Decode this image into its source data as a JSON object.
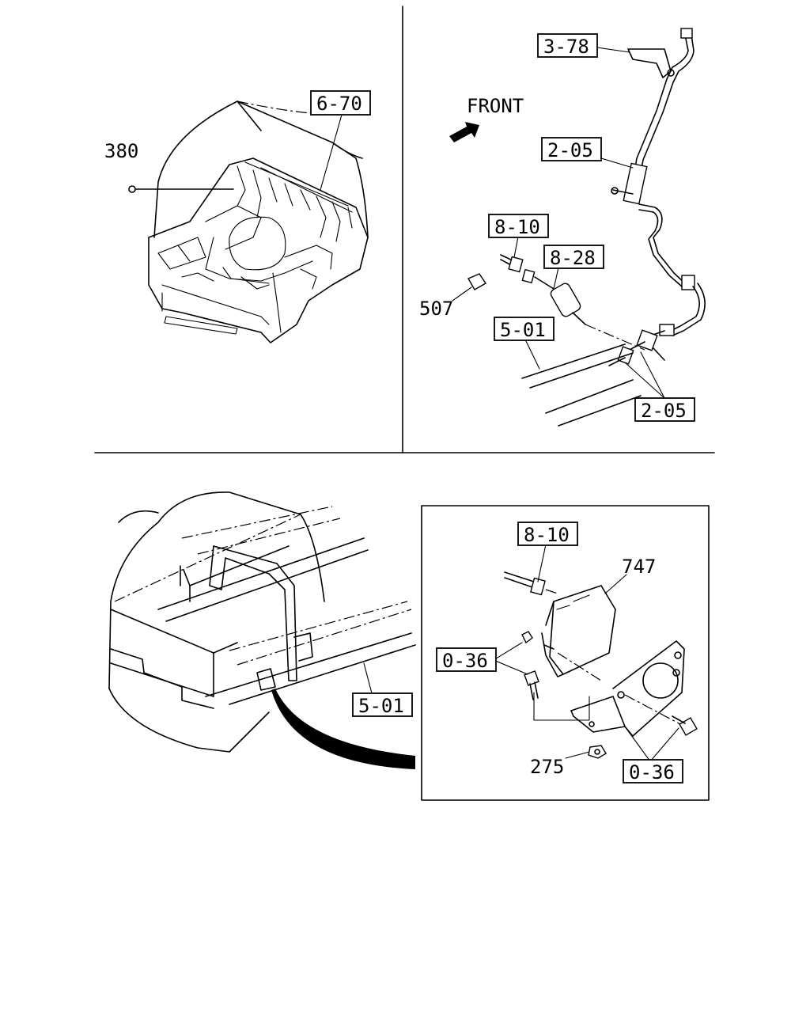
{
  "direction_label": "FRONT",
  "callouts": {
    "top_left": {
      "cab_ref": "6-70",
      "plug": "380"
    },
    "top_right": {
      "bracket_ref": "3-78",
      "pipe_upper_ref": "2-05",
      "harness_ref": "8-10",
      "switch_ref": "8-28",
      "cap": "507",
      "frame_ref": "5-01",
      "pipe_lower_ref": "2-05"
    },
    "bottom": {
      "frame_ref": "5-01",
      "harness_ref": "8-10",
      "module": "747",
      "fastener_ref_left": "0-36",
      "nut": "275",
      "fastener_ref_right": "0-36"
    }
  }
}
